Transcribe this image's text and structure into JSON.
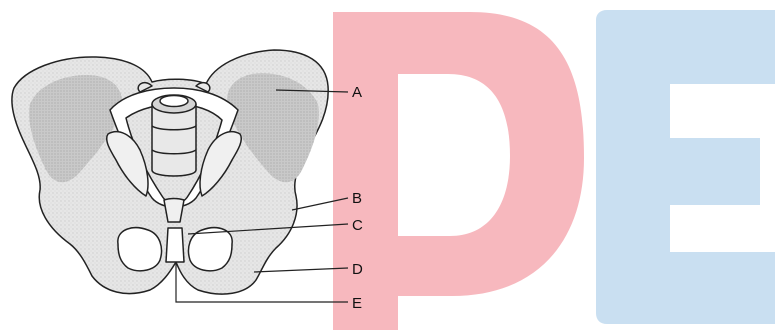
{
  "watermark": {
    "letters": [
      "P",
      "E"
    ],
    "colors": [
      "#f7b8be",
      "#c9dff1"
    ]
  },
  "diagram": {
    "subject": "pelvis",
    "labels": [
      "A",
      "B",
      "C",
      "D",
      "E"
    ]
  }
}
